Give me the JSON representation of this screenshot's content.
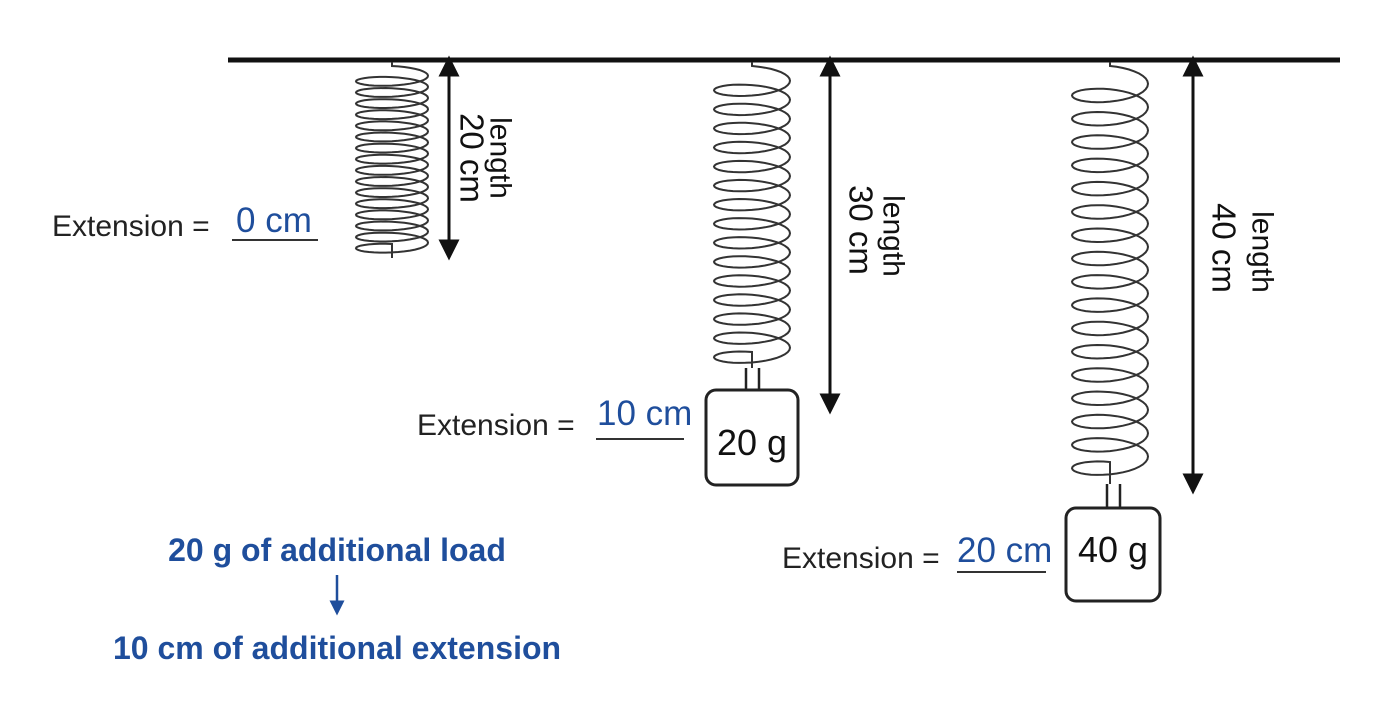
{
  "colors": {
    "ink": "#111111",
    "accent": "#1f4e9c"
  },
  "springs": [
    {
      "length_label": "length",
      "length_value": "20 cm",
      "extension_label": "Extension =",
      "extension_value": "0 cm",
      "mass": ""
    },
    {
      "length_label": "length",
      "length_value": "30 cm",
      "extension_label": "Extension =",
      "extension_value": "10 cm",
      "mass": "20 g"
    },
    {
      "length_label": "length",
      "length_value": "40 cm",
      "extension_label": "Extension =",
      "extension_value": "20 cm",
      "mass": "40 g"
    }
  ],
  "note": {
    "line1": "20 g of additional load",
    "line2": "10 cm of additional extension",
    "arrow_icon": "down-arrow-icon"
  }
}
